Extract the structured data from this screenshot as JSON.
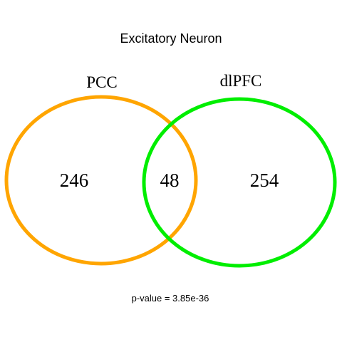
{
  "title": "Excitatory Neuron",
  "sets": [
    {
      "name": "PCC",
      "color": "#FFA500"
    },
    {
      "name": "dlPFC",
      "color": "#00EE00"
    }
  ],
  "counts": {
    "left_only": "246",
    "overlap": "48",
    "right_only": "254"
  },
  "footer": "p-value = 3.85e-36",
  "chart_data": {
    "type": "venn",
    "title": "Excitatory Neuron",
    "sets": [
      "PCC",
      "dlPFC"
    ],
    "regions": [
      {
        "sets": [
          "PCC"
        ],
        "value": 246
      },
      {
        "sets": [
          "PCC",
          "dlPFC"
        ],
        "value": 48
      },
      {
        "sets": [
          "dlPFC"
        ],
        "value": 254
      }
    ],
    "annotation": "p-value = 3.85e-36"
  }
}
